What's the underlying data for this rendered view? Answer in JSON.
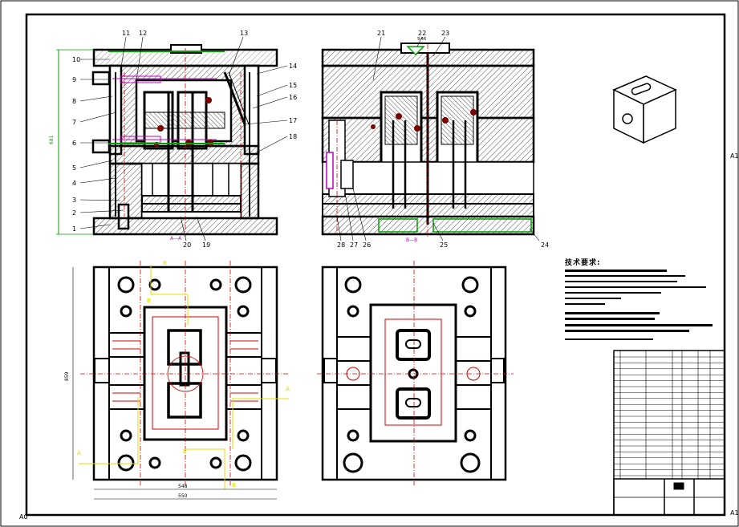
{
  "drawing": {
    "corner_labels": {
      "bottom_left": "A0",
      "right_top": "A1",
      "right_bottom": "A1"
    },
    "section_labels": {
      "left": "A—A",
      "right": "B—B"
    },
    "cut_markers": [
      "A",
      "A",
      "B",
      "B",
      "B",
      "B"
    ],
    "dimensions": {
      "left_height": "681",
      "plan_height": "859",
      "plan_inner_width": "548",
      "plan_outer_width": "550"
    },
    "top_dim_right": "9.46",
    "left_part_numbers": [
      "10",
      "9",
      "8",
      "7",
      "6",
      "5",
      "4",
      "3",
      "2",
      "1"
    ],
    "top_part_numbers": [
      "11",
      "12",
      "13",
      "21",
      "22",
      "23"
    ],
    "right_part_numbers": [
      "14",
      "15",
      "16",
      "17",
      "18"
    ],
    "bottom_part_numbers": [
      "20",
      "19",
      "28",
      "27",
      "26",
      "25",
      "24"
    ]
  },
  "notes": {
    "title": "技术要求:"
  },
  "colors": {
    "line": "#000000",
    "center": "#d40000",
    "part": "#7a0000",
    "dim": "#00a000",
    "cut": "#e0e000",
    "mark": "#c000c0"
  }
}
